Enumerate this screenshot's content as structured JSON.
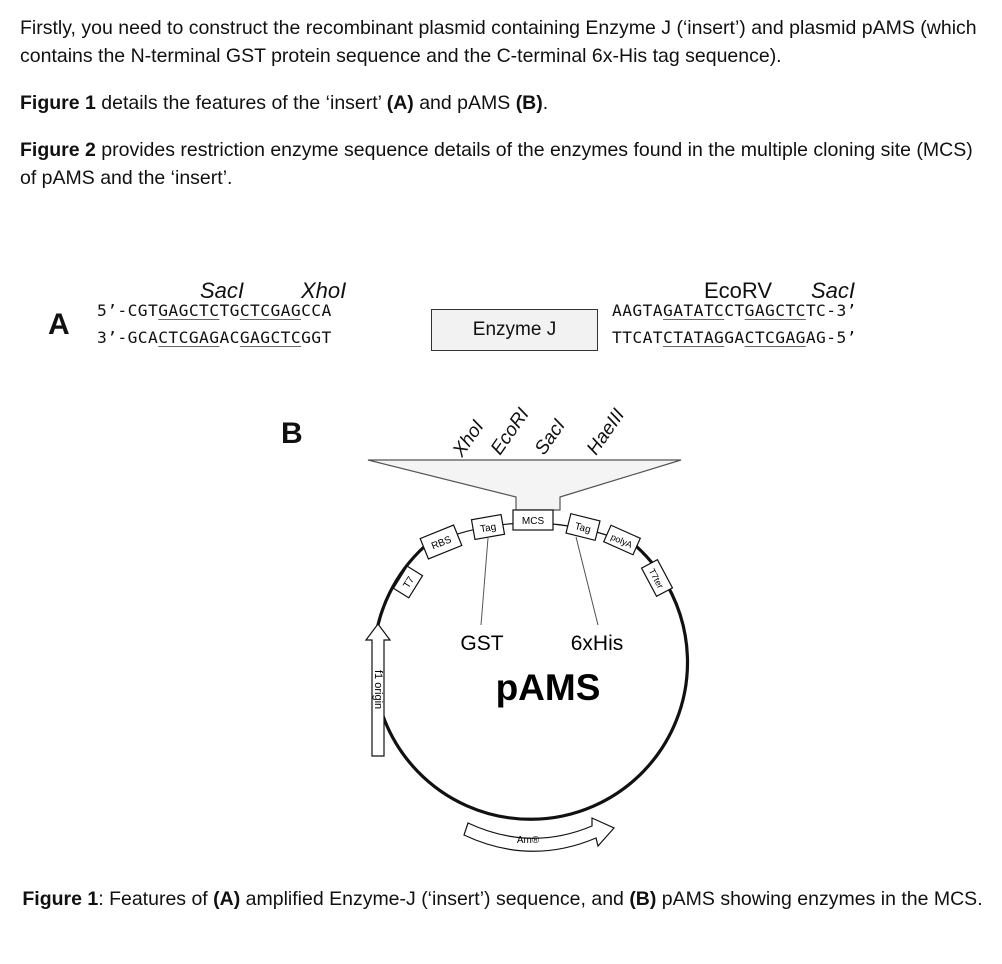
{
  "intro": {
    "p1": "Firstly, you need to construct the recombinant plasmid containing Enzyme J (‘insert’) and plasmid pAMS (which contains the N-terminal GST protein sequence and the C-terminal 6x-His tag sequence).",
    "p2_bold": "Figure 1",
    "p2_a": " details the features of the ‘insert’ ",
    "p2_b_bold": "(A)",
    "p2_c": " and pAMS ",
    "p2_d_bold": "(B)",
    "p2_e": ".",
    "p3_bold": "Figure 2",
    "p3_rest": " provides restriction enzyme sequence details of the enzymes found in the multiple cloning site (MCS) of pAMS and the ‘insert’."
  },
  "panel_a": {
    "label": "A",
    "left_sites": [
      "SacI",
      "XhoI"
    ],
    "right_sites": [
      "EcoRV",
      "SacI"
    ],
    "left_top": {
      "prefix": "5’-CGT",
      "u1": "GAGCTC",
      "mid": "TG",
      "u2": "CTCGAG",
      "suffix": "CCA"
    },
    "left_bottom": {
      "prefix": "3’-GCA",
      "u1": "CTCGAG",
      "mid": "AC",
      "u2": "GAGCTC",
      "suffix": "GGT"
    },
    "insert_label": "Enzyme J",
    "right_top": {
      "prefix": "AAGTA",
      "u1": "GATATC",
      "mid": "CT",
      "u2": "GAGCTC",
      "suffix": "TC-3’"
    },
    "right_bottom": {
      "prefix": "TTCAT",
      "u1": "CTATAG",
      "mid": "GA",
      "u2": "CTCGAG",
      "suffix": "AG-5’"
    }
  },
  "panel_b": {
    "label": "B",
    "mcs_sites": [
      "XhoI",
      "EcoRI",
      "SacI",
      "HaeIII"
    ],
    "features": {
      "rbs": "RBS",
      "tag_left": "Tag",
      "mcs": "MCS",
      "tag_right": "Tag",
      "polya": "polyA",
      "t7ter": "T7ter",
      "t7": "T7",
      "f1": "f1 origin",
      "amp": "Am®"
    },
    "gst": "GST",
    "his": "6xHis",
    "plasmid_name": "pAMS"
  },
  "caption": {
    "bold1": "Figure 1",
    "t1": ": Features of ",
    "bold2": "(A)",
    "t2": " amplified Enzyme-J (‘insert’) sequence, and ",
    "bold3": "(B)",
    "t3": " pAMS showing enzymes in the MCS."
  }
}
